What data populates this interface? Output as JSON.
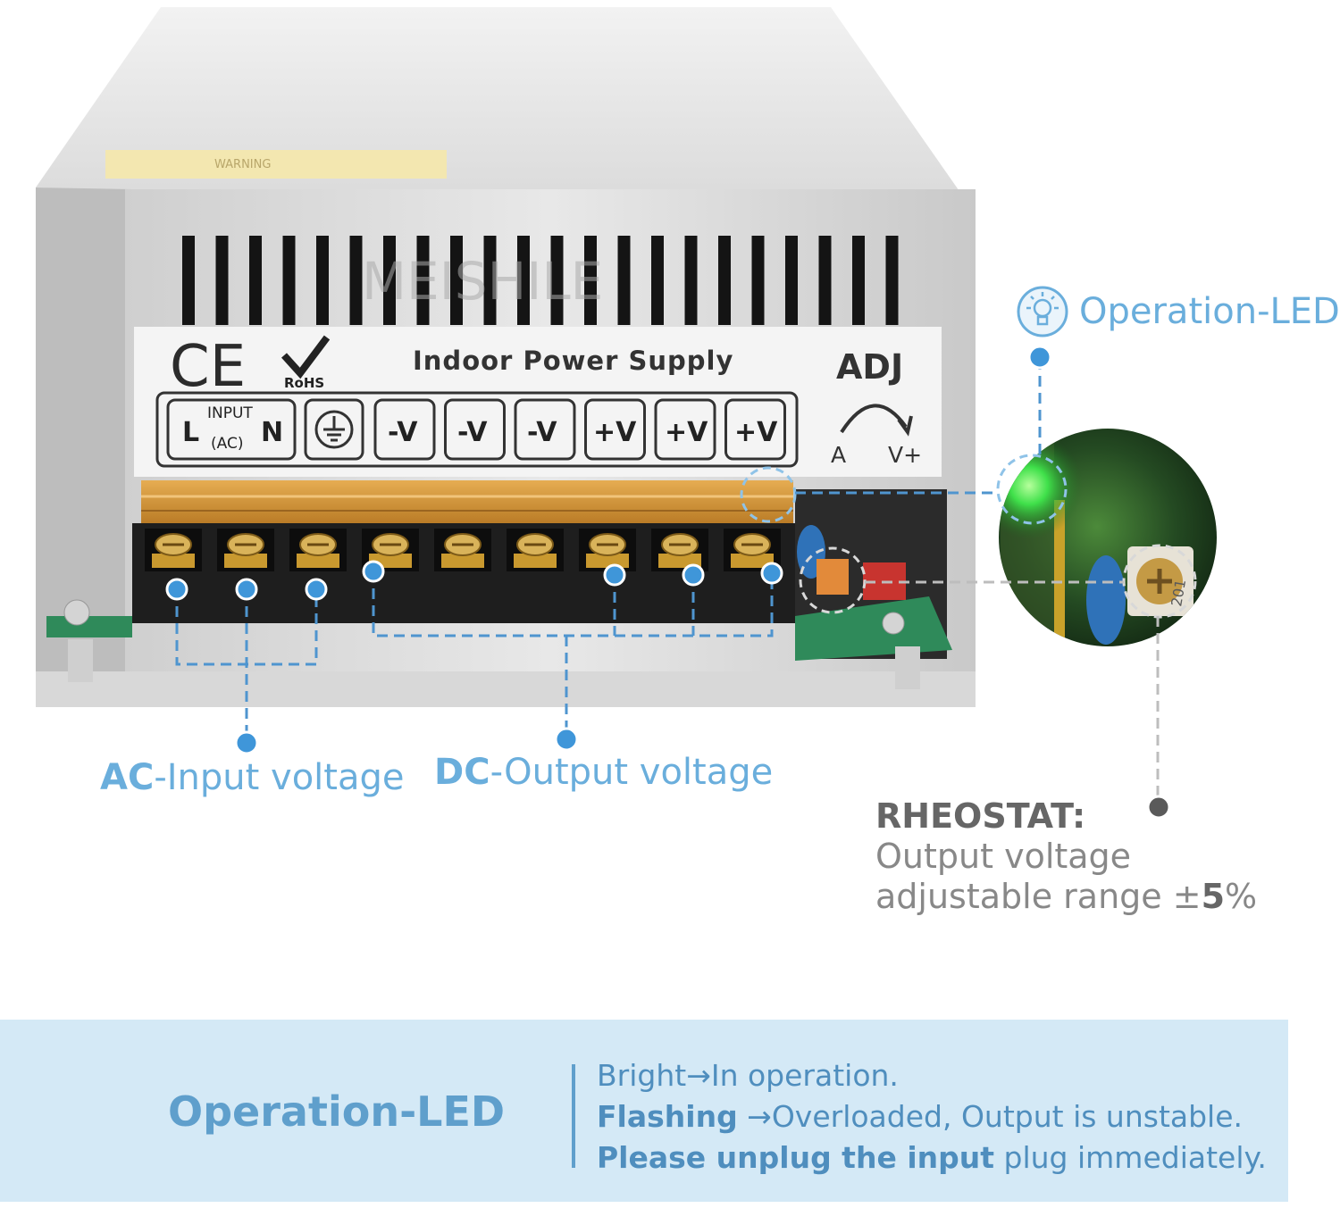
{
  "product_label": {
    "title": "Indoor Power Supply",
    "ce_mark": "CE",
    "rohs_mark": "RoHS",
    "adj_label": "ADJ",
    "adj_left": "A",
    "adj_right": "V+",
    "input_label": "INPUT",
    "input_l": "L",
    "input_ac": "(AC)",
    "input_n": "N",
    "terminals": [
      "-V",
      "-V",
      "-V",
      "+V",
      "+V",
      "+V"
    ],
    "watermark": "MEISHILE",
    "warning_text": "WARNING"
  },
  "callouts": {
    "operation_led": "Operation-LED",
    "ac_bold": "AC",
    "ac_rest": "-Input voltage",
    "dc_bold": "DC",
    "dc_rest": "-Output voltage",
    "rheostat_title": "RHEOSTAT",
    "rheostat_colon": ":",
    "rheostat_line1": "Output voltage",
    "rheostat_line2_a": "adjustable range ±",
    "rheostat_line2_b": "5",
    "rheostat_line2_c": "%",
    "pot_text": "201"
  },
  "banner": {
    "title": "Operation-LED",
    "line1_a": "Bright",
    "line1_arrow": "→",
    "line1_b": "In operation.",
    "line2_bold": "Flashing",
    "line2_arrow": " →",
    "line2_b": "Overloaded, Output is unstable.",
    "line3_bold": "Please unplug the input",
    "line3_b": " plug immediately."
  },
  "colors": {
    "accent_blue": "#6aaedc",
    "banner_bg": "#d4e9f6",
    "banner_text": "#4f8ebe",
    "led_green": "#3fe04a",
    "terminal_cover": "#d69a3a"
  }
}
